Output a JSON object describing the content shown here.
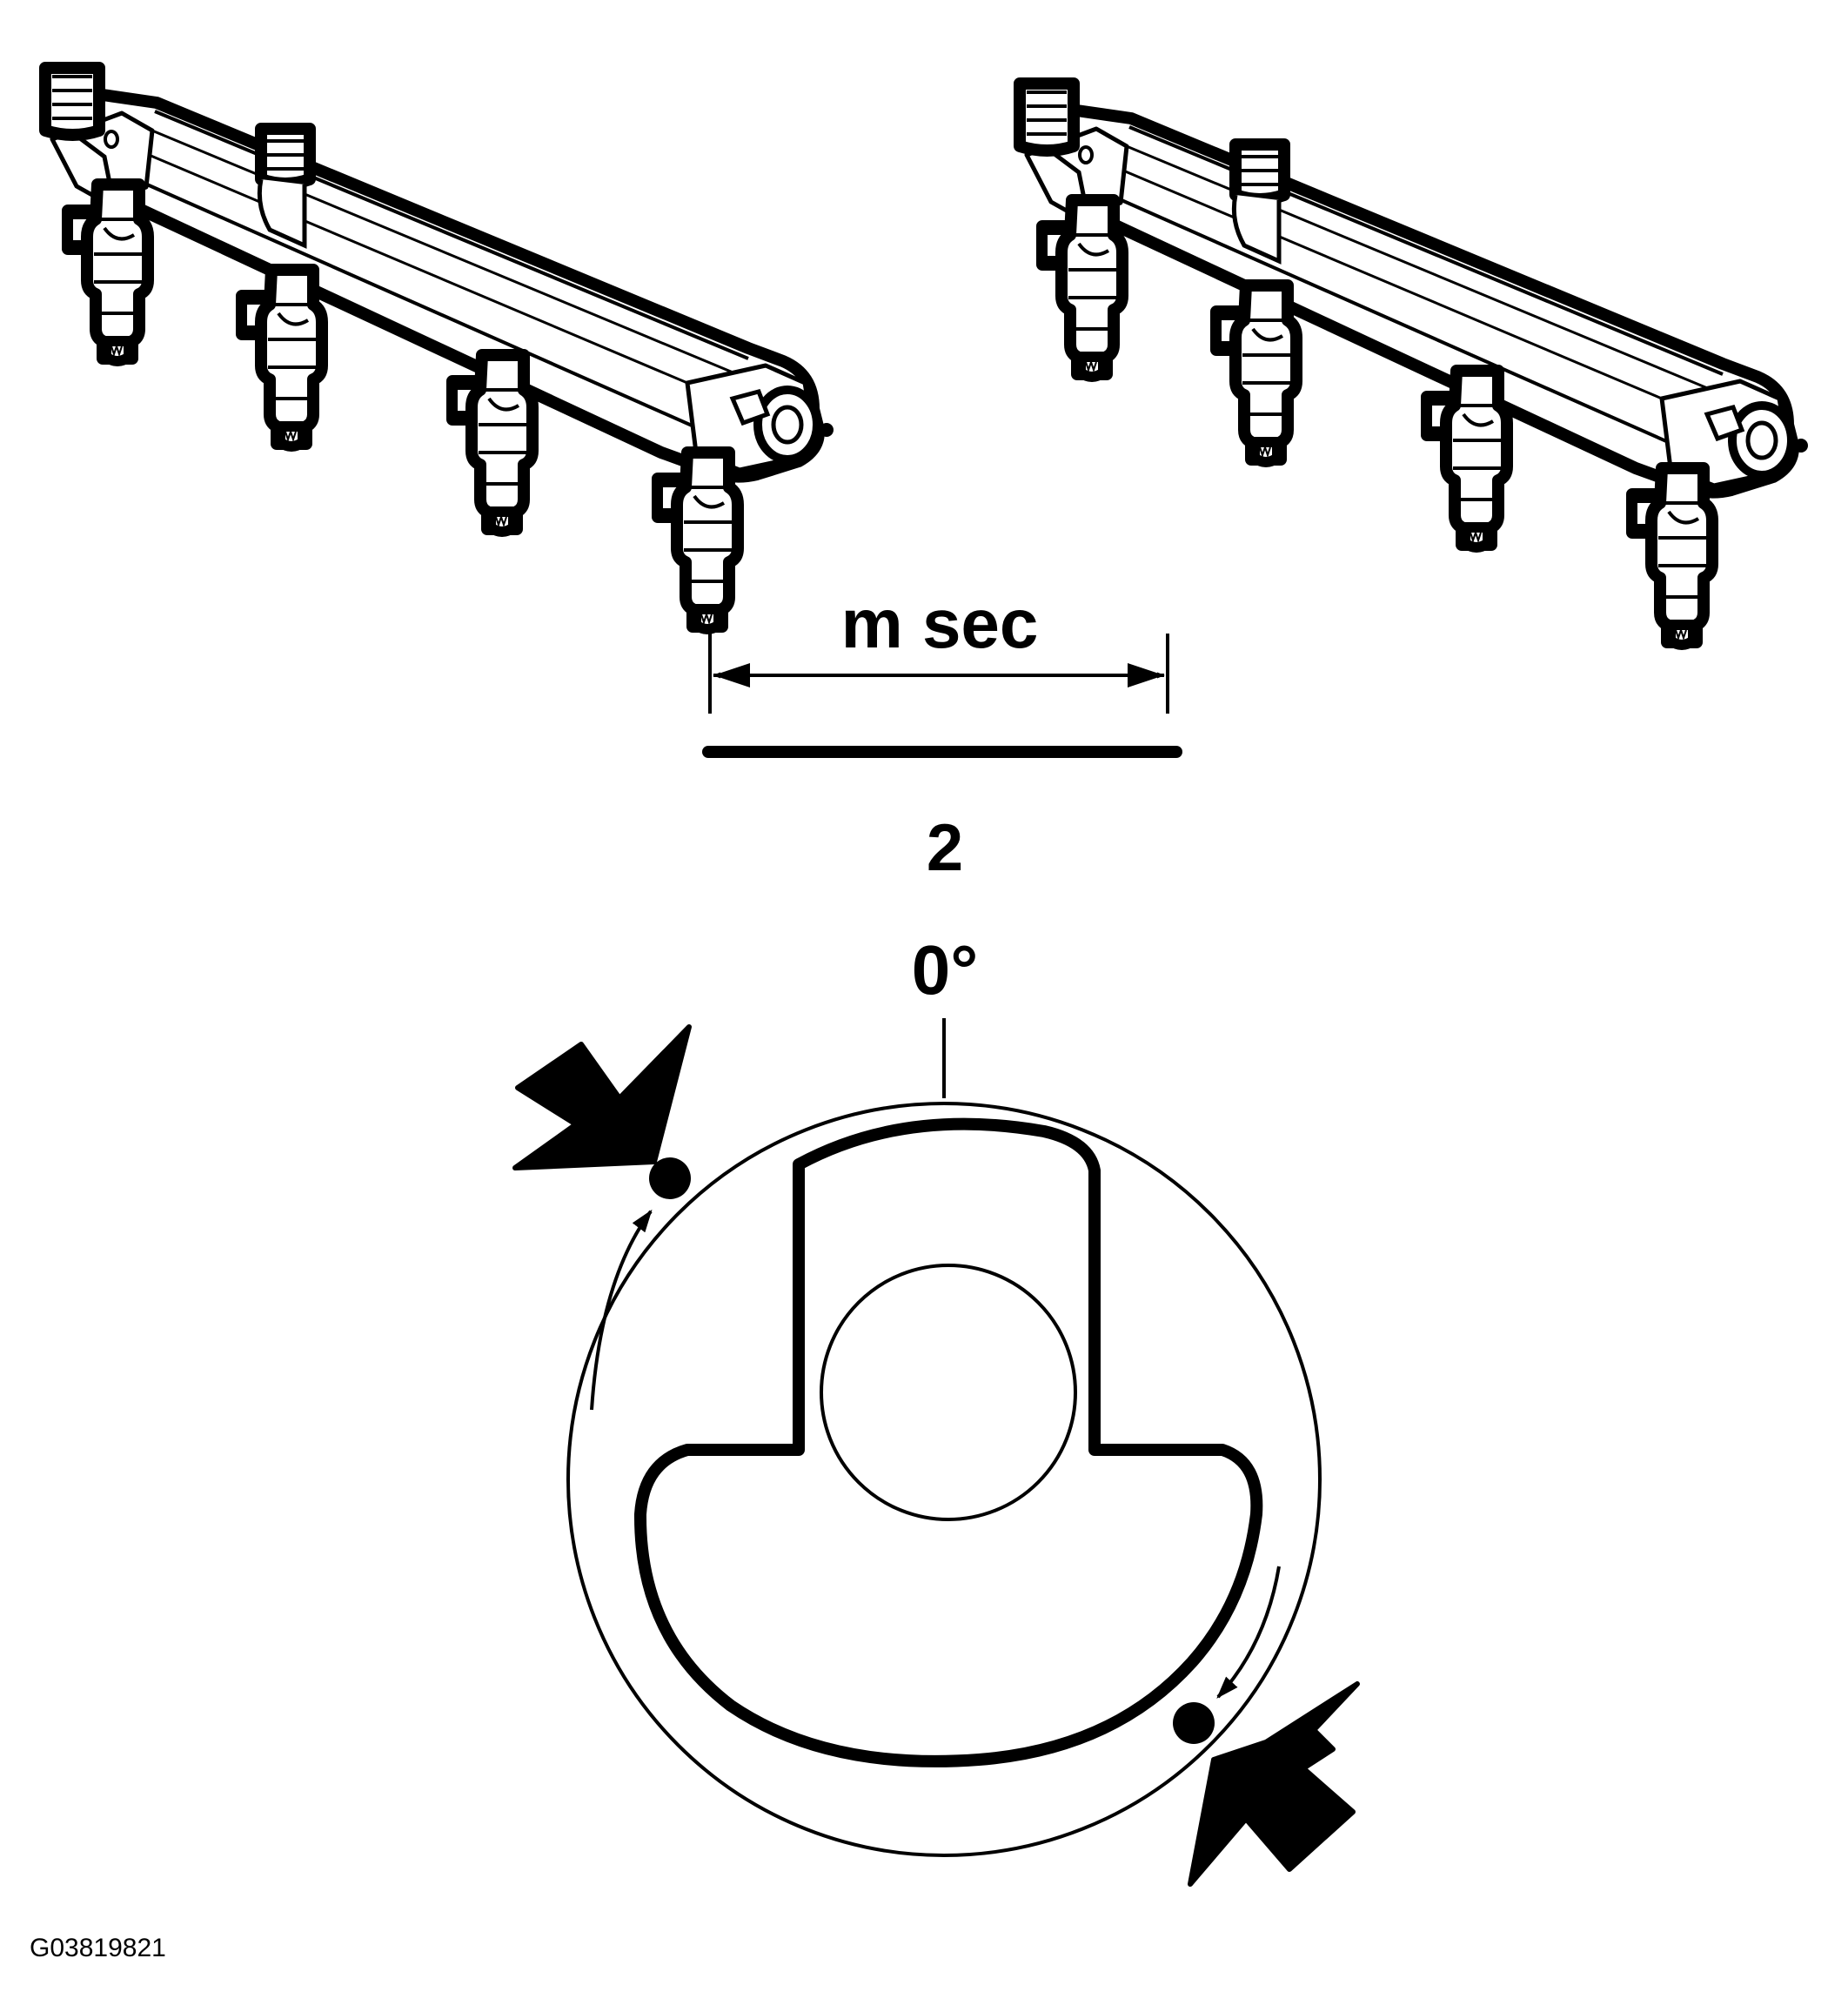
{
  "labels": {
    "time_unit": "m sec",
    "callout": "2",
    "angle": "0°",
    "reference": "G03819821"
  },
  "colors": {
    "ink": "#000000",
    "paper": "#ffffff"
  },
  "icons": {
    "left_rail": "fuel-rail-icon",
    "right_rail": "fuel-rail-icon",
    "trigger_wheel": "trigger-wheel-icon",
    "pointer_arrow": "pointer-arrow-icon"
  }
}
